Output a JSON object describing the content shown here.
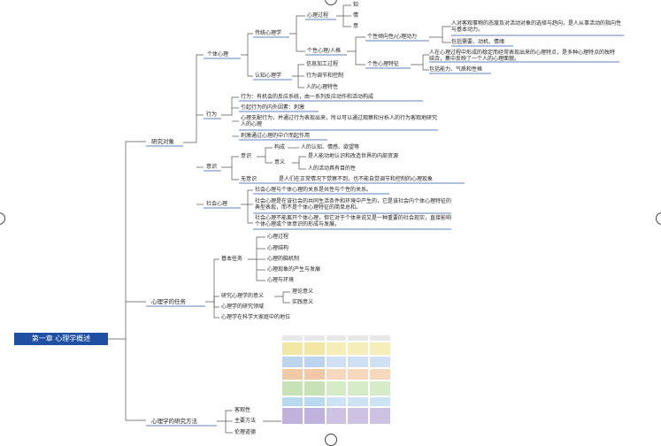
{
  "root": "第一章 心理学概述",
  "level1": {
    "research_object": "研究对象",
    "tasks": "心理学的任务",
    "methods": "心理学的研究方法"
  },
  "research": {
    "individual": "个体心理",
    "traditional": "传统心理学",
    "process": "心理过程",
    "zhi": "知",
    "qing": "情",
    "yi": "意",
    "personality": "个性心理/人格",
    "tendency": "个性倾向性/心理动力",
    "tendency_desc": "人对客观事物的态度及对活动对象的选择与趋向，是人从事活动的指向性与基本动力。",
    "tendency_incl": "包括需要、动机、情绪",
    "trait": "个性心理特征",
    "trait_desc": "人在心理过程中形成的稳定而经常表现出来的心理特点，是多种心理特点的独特结合，集中反映了一个人的心理面貌。",
    "trait_incl": "包括能力、气质和性格",
    "cognitive": "认知心理学",
    "info": "信息加工过程",
    "regulation": "行为调节和控制",
    "personal_char": "人的心理特性",
    "behavior": "行为",
    "b1": "行为：有机会的反应系统，由一系列反应动作和活动构成",
    "b2": "引起行为的内外因素：刺激",
    "b3": "心理支配行为，并通过行为表现出来，所以可以通过观察和分析人的行为客观地研究人的心理",
    "b4": "刺激通过心理的中介而起作用",
    "consciousness": "意识",
    "c_conscious": "意识",
    "c_compose": "构成",
    "c_compose_desc": "人的认知、情感、欲望等",
    "c_meaning": "意义",
    "c_meaning_1": "是人能动地认识和改造世界的内部资源",
    "c_meaning_2": "人的活动具有目的性",
    "unconscious": "无意识",
    "unconscious_desc": "是人们在正常情况下觉察不到，也不能自觉调节和控制的心理现象",
    "social": "社会心理",
    "s1": "社会心理与个体心理的关系是共性与个性的关系。",
    "s2": "社会心理是在该社会的共同生活条件和环境中产生的，它是该社会内个体心理特征的典型表现，而不是个体心理特征的简单总和。",
    "s3": "社会心理不能离开个体心理，但它对于个体来说又是一种重要的社会现实，直接影响个体心理或个体意识的形成与发展。"
  },
  "tasks": {
    "basic": "基本任务",
    "basic_items": [
      "心理过程",
      "心理结构",
      "心理的脑机制",
      "心理现象的产生与发展",
      "心理与环境"
    ],
    "significance": "研究心理学的意义",
    "theory": "理论意义",
    "practice": "实践意义",
    "fields": "心理学的研究领域",
    "status": "心理学在科学大家庭中的地位"
  },
  "methods": {
    "objectivity": "客观性",
    "main_methods": "主要方法",
    "ethics": "伦理道德"
  }
}
